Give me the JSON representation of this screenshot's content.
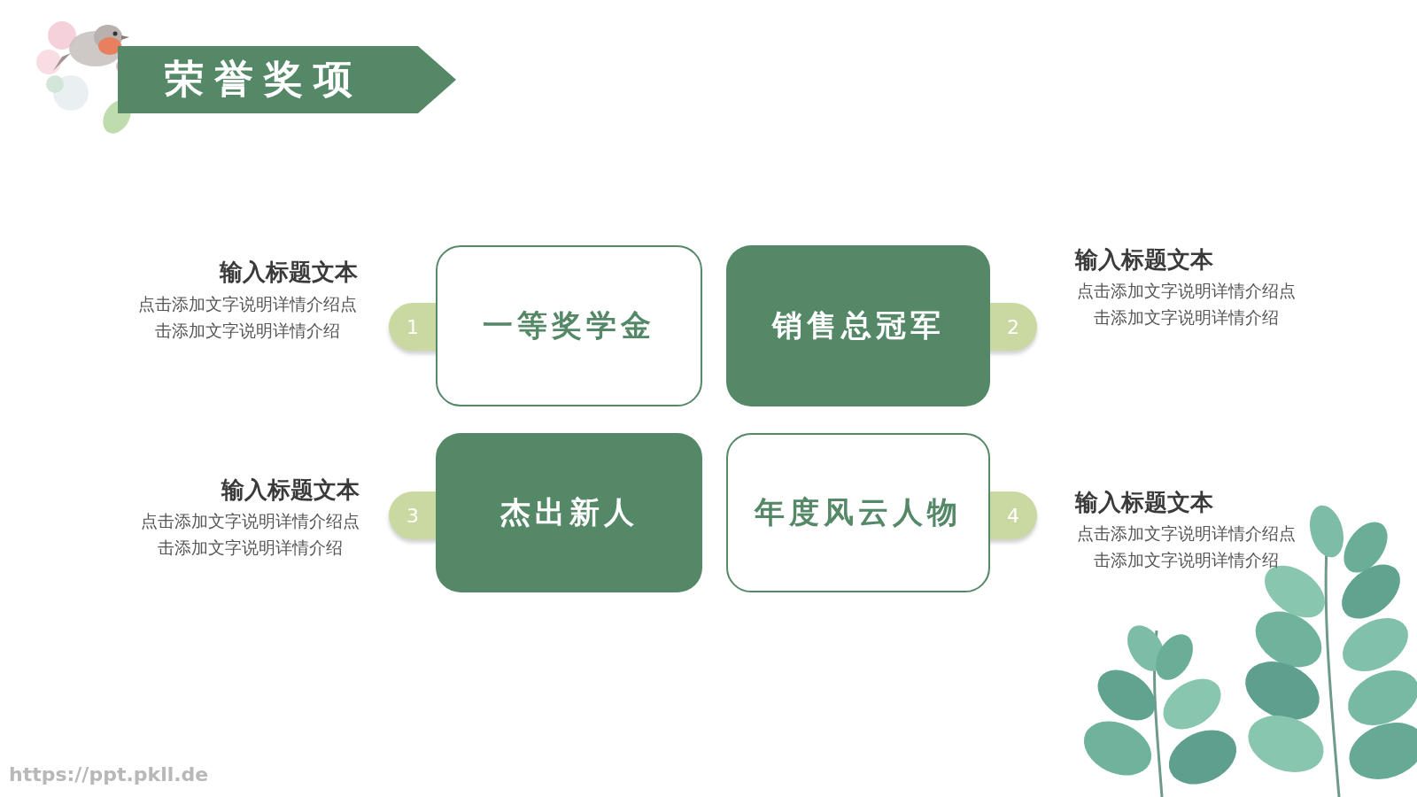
{
  "diagram": {
    "title": "荣誉奖项",
    "nodes": [
      {
        "text": [
          "1"
        ]
      },
      {
        "text": [
          "一等奖学金"
        ]
      },
      {
        "text": [
          "销售总冠军"
        ]
      },
      {
        "text": [
          "2"
        ]
      },
      {
        "text": [
          "3"
        ]
      },
      {
        "text": [
          "杰出新人"
        ]
      },
      {
        "text": [
          "年度风云人物"
        ]
      },
      {
        "text": [
          "4"
        ]
      }
    ],
    "labels": [
      "输入标题文本",
      "点击添加文字说明详情介绍点 击添加文字说明详情介绍",
      "输入标题文本",
      "点击添加文字说明详情介绍点 击添加文字说明详情介绍",
      "输入标题文本",
      "点击添加文字说明详情介绍点 击添加文字说明详情介绍",
      "输入标题文本",
      "点击添加文字说明详情介绍点 击添加文字说明详情介绍",
      "https://ppt.pkll.de"
    ]
  }
}
